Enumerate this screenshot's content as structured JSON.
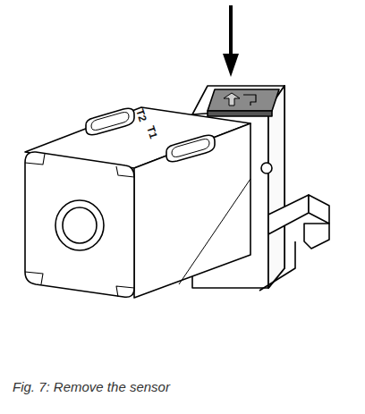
{
  "diagram": {
    "caption": "Fig. 7: Remove the sensor",
    "labels": [
      "T1",
      "T2"
    ]
  }
}
